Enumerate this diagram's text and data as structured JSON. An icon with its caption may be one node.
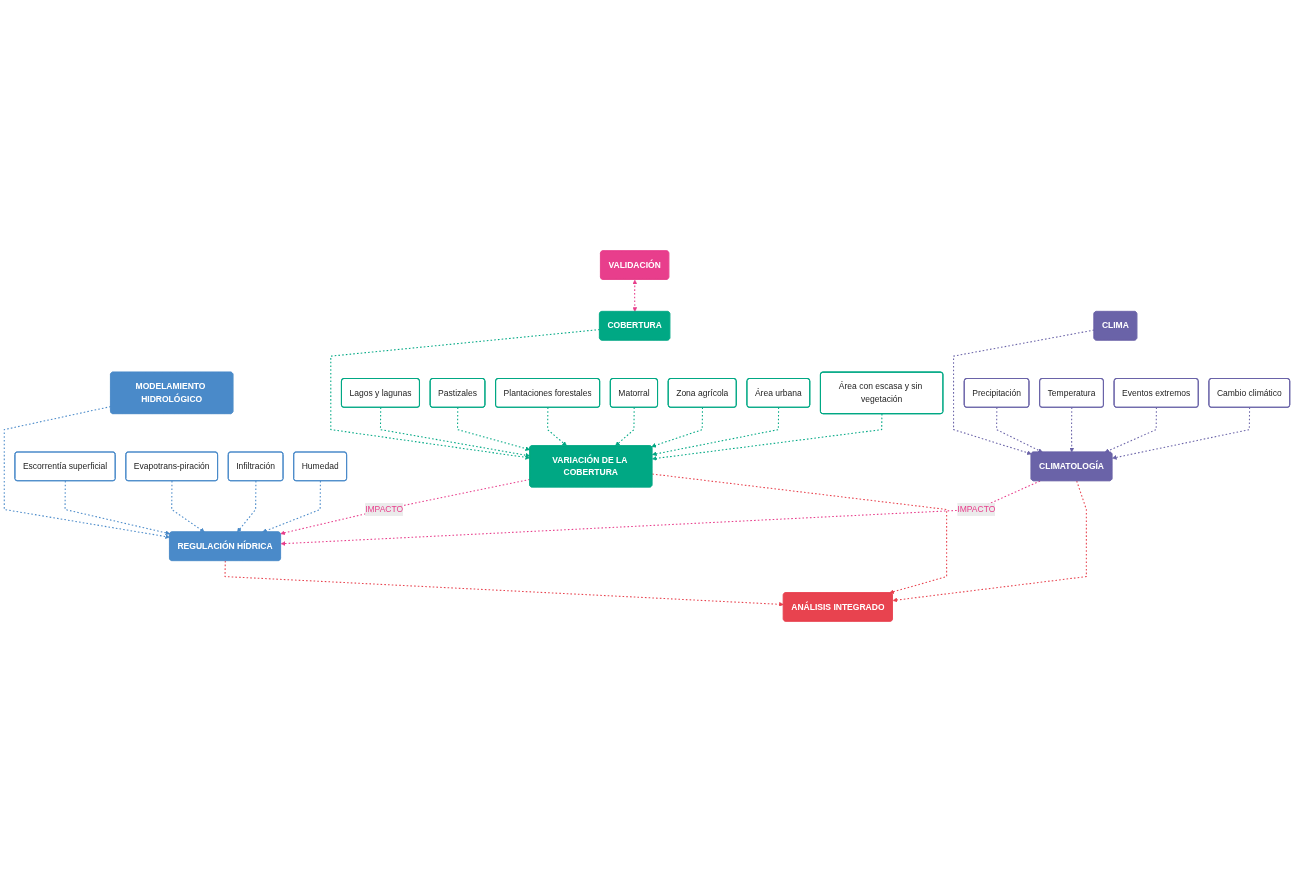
{
  "diagram": {
    "nodes": [
      {
        "text": [
          "VALIDACIÓN"
        ]
      },
      {
        "text": [
          "COBERTURA"
        ]
      },
      {
        "text": [
          "MODELAMIENTO HIDROLÓGICO"
        ]
      },
      {
        "text": [
          "CLIMA"
        ]
      },
      {
        "text": [
          "Lagos y lagunas"
        ]
      },
      {
        "text": [
          "Pastizales"
        ]
      },
      {
        "text": [
          "Plantaciones forestales"
        ]
      },
      {
        "text": [
          "Matorral"
        ]
      },
      {
        "text": [
          "Zona agrícola"
        ]
      },
      {
        "text": [
          "Área urbana"
        ]
      },
      {
        "text": [
          "Área con escasa y sin vegetación"
        ]
      },
      {
        "text": [
          "Escorrentía superficial"
        ]
      },
      {
        "text": [
          "Evapotrans-piración"
        ]
      },
      {
        "text": [
          "Infiltración"
        ]
      },
      {
        "text": [
          "Humedad"
        ]
      },
      {
        "text": [
          "Precipitación"
        ]
      },
      {
        "text": [
          "Temperatura"
        ]
      },
      {
        "text": [
          "Eventos extremos"
        ]
      },
      {
        "text": [
          "Cambio climático"
        ]
      },
      {
        "text": [
          "VARIACIÓN DE LA COBERTURA"
        ]
      },
      {
        "text": [
          "REGULACIÓN HÍDRICA"
        ]
      },
      {
        "text": [
          "CLIMATOLOGÍA"
        ]
      },
      {
        "text": [
          "ANÁLISIS INTEGRADO"
        ]
      }
    ],
    "edges": [
      {
        "from": 0,
        "to": 1,
        "arrow": "both",
        "style": "dashed",
        "color": "#e83e8c"
      },
      {
        "from": 1,
        "to": 19,
        "arrow": "to",
        "style": "dashed",
        "color": "#00a884"
      },
      {
        "from": 4,
        "to": 19,
        "arrow": "to",
        "style": "dashed",
        "color": "#00a884"
      },
      {
        "from": 5,
        "to": 19,
        "arrow": "to",
        "style": "dashed",
        "color": "#00a884"
      },
      {
        "from": 6,
        "to": 19,
        "arrow": "to",
        "style": "dashed",
        "color": "#00a884"
      },
      {
        "from": 7,
        "to": 19,
        "arrow": "to",
        "style": "dashed",
        "color": "#00a884"
      },
      {
        "from": 8,
        "to": 19,
        "arrow": "to",
        "style": "dashed",
        "color": "#00a884"
      },
      {
        "from": 9,
        "to": 19,
        "arrow": "to",
        "style": "dashed",
        "color": "#00a884"
      },
      {
        "from": 10,
        "to": 19,
        "arrow": "to",
        "style": "dashed",
        "color": "#00a884"
      },
      {
        "from": 2,
        "to": 20,
        "arrow": "to",
        "style": "dashed",
        "color": "#4a8ac9"
      },
      {
        "from": 11,
        "to": 20,
        "arrow": "to",
        "style": "dashed",
        "color": "#4a8ac9"
      },
      {
        "from": 12,
        "to": 20,
        "arrow": "to",
        "style": "dashed",
        "color": "#4a8ac9"
      },
      {
        "from": 13,
        "to": 20,
        "arrow": "to",
        "style": "dashed",
        "color": "#4a8ac9"
      },
      {
        "from": 14,
        "to": 20,
        "arrow": "to",
        "style": "dashed",
        "color": "#4a8ac9"
      },
      {
        "from": 3,
        "to": 21,
        "arrow": "to",
        "style": "dashed",
        "color": "#6a63a8"
      },
      {
        "from": 15,
        "to": 21,
        "arrow": "to",
        "style": "dashed",
        "color": "#6a63a8"
      },
      {
        "from": 16,
        "to": 21,
        "arrow": "to",
        "style": "dashed",
        "color": "#6a63a8"
      },
      {
        "from": 17,
        "to": 21,
        "arrow": "to",
        "style": "dashed",
        "color": "#6a63a8"
      },
      {
        "from": 18,
        "to": 21,
        "arrow": "to",
        "style": "dashed",
        "color": "#6a63a8"
      },
      {
        "from": 19,
        "to": 20,
        "arrow": "to",
        "label": "IMPACTO",
        "style": "dashed",
        "color": "#e83e8c"
      },
      {
        "from": 21,
        "to": 20,
        "arrow": "to",
        "label": "IMPACTO",
        "style": "dashed",
        "color": "#e83e8c"
      },
      {
        "from": 19,
        "to": 22,
        "arrow": "to",
        "style": "dashed",
        "color": "#e8434f"
      },
      {
        "from": 20,
        "to": 22,
        "arrow": "to",
        "style": "dashed",
        "color": "#e8434f"
      },
      {
        "from": 21,
        "to": 22,
        "arrow": "to",
        "style": "dashed",
        "color": "#e8434f"
      }
    ]
  }
}
